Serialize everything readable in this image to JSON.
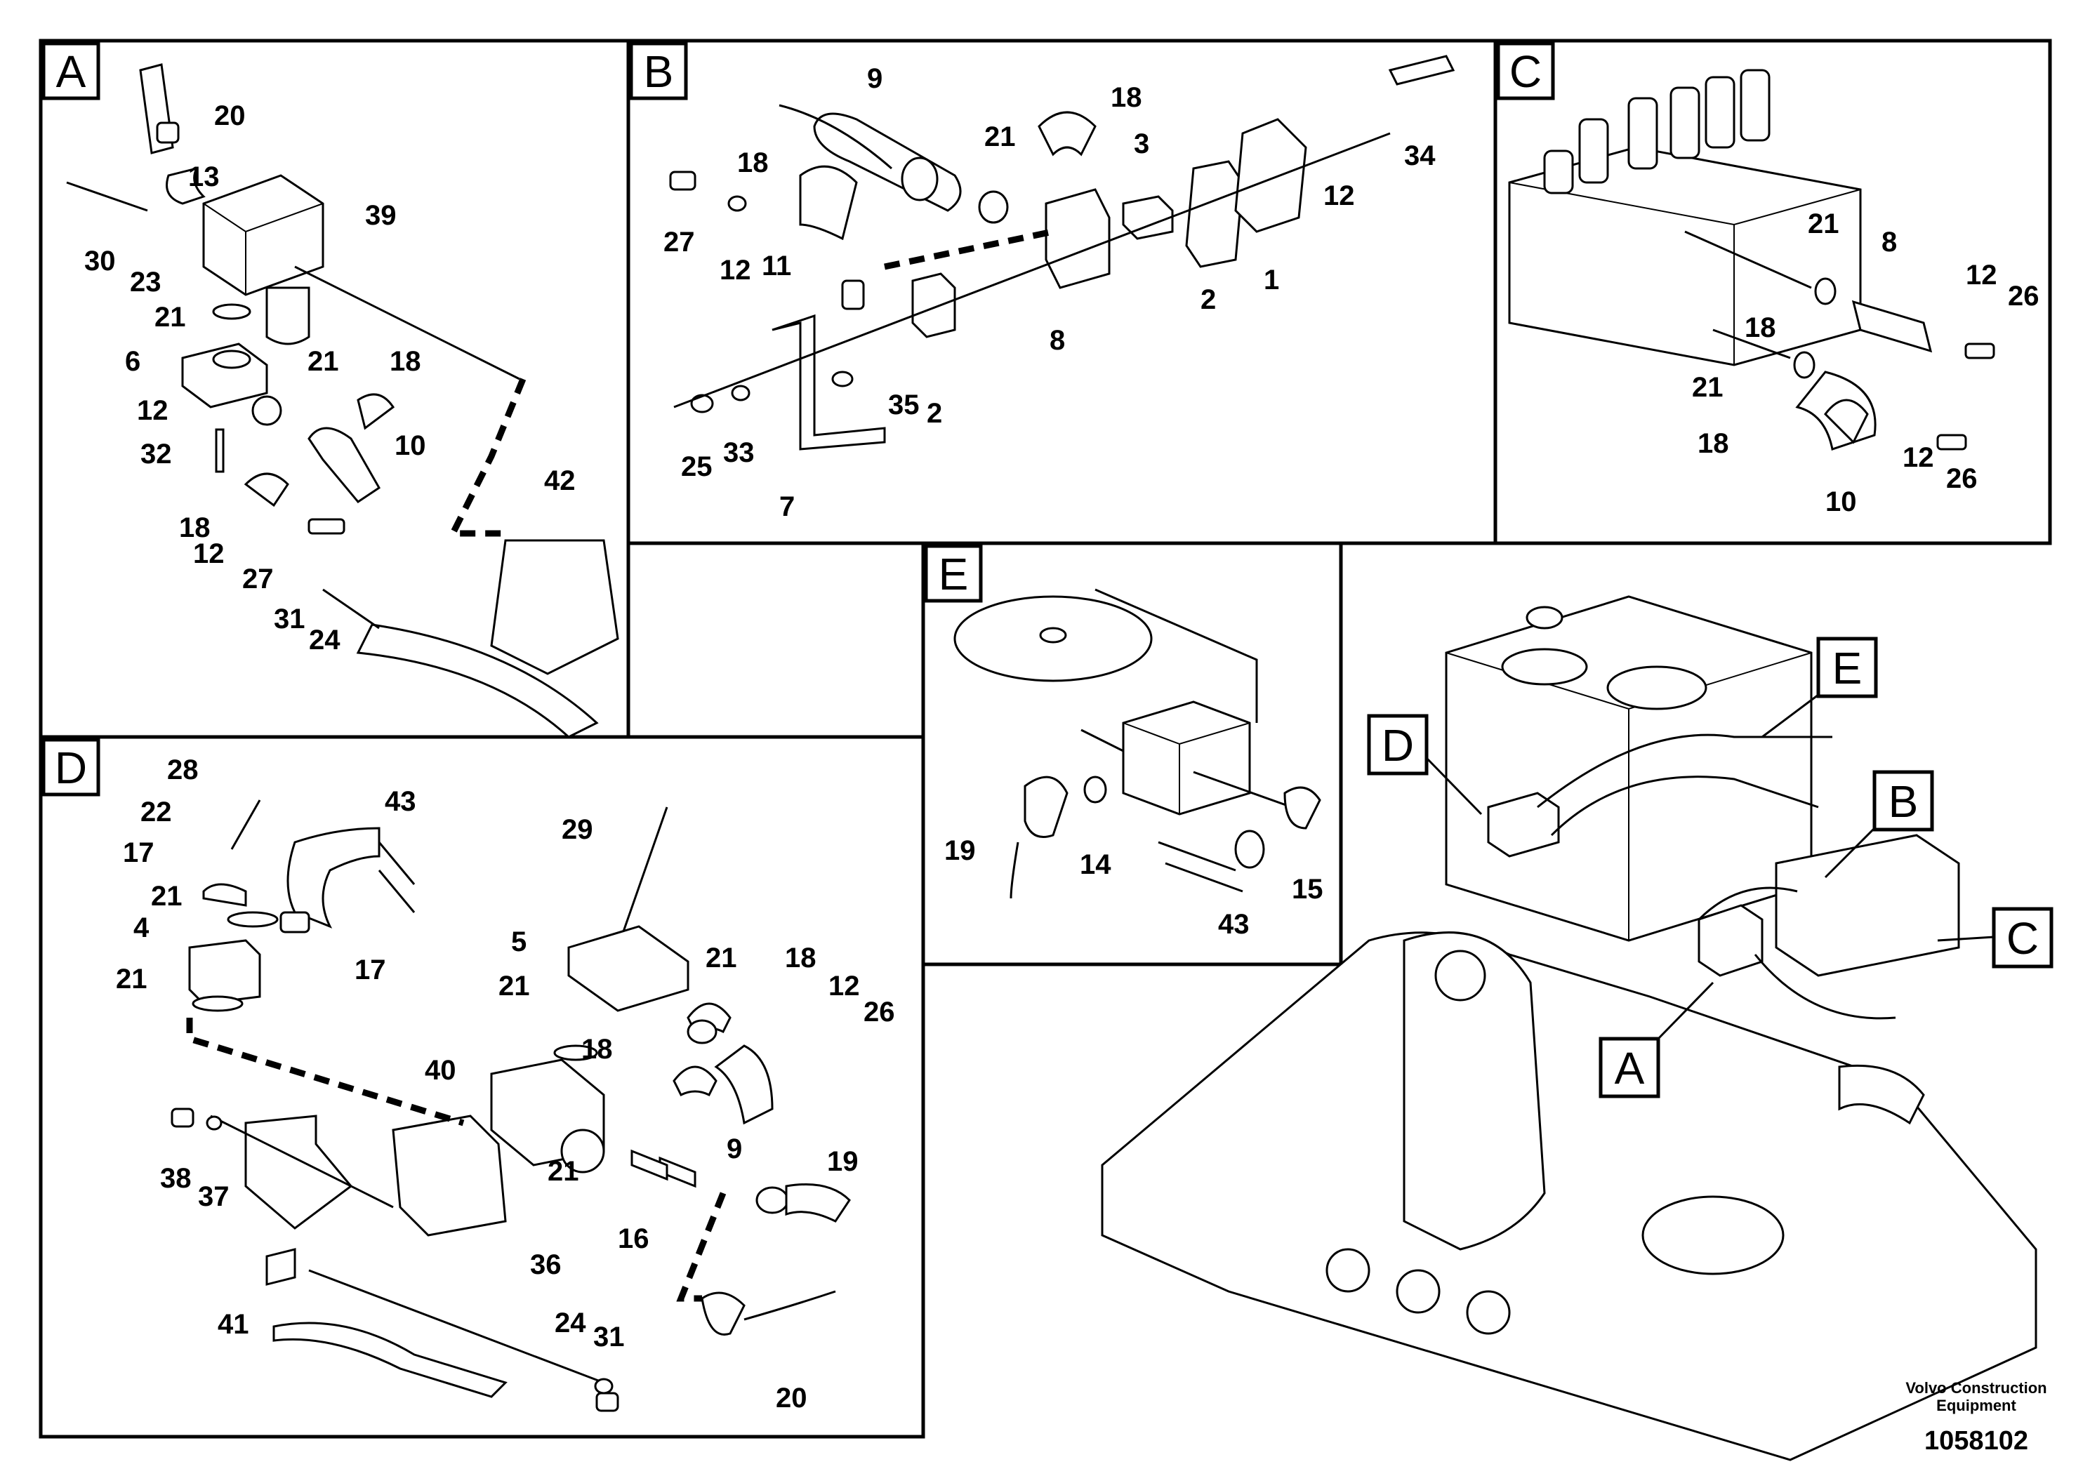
{
  "sections": [
    {
      "id": "A",
      "label": "A"
    },
    {
      "id": "B",
      "label": "B"
    },
    {
      "id": "C",
      "label": "C"
    },
    {
      "id": "D",
      "label": "D"
    },
    {
      "id": "E",
      "label": "E"
    }
  ],
  "overview_tags": [
    "D",
    "E",
    "B",
    "C",
    "A"
  ],
  "callouts": {
    "A": [
      "20",
      "13",
      "39",
      "30",
      "23",
      "21",
      "6",
      "21",
      "18",
      "12",
      "10",
      "32",
      "18",
      "12",
      "27",
      "31",
      "24",
      "42"
    ],
    "B": [
      "9",
      "18",
      "21",
      "3",
      "34",
      "12",
      "18",
      "27",
      "12",
      "11",
      "2",
      "1",
      "8",
      "25",
      "33",
      "35",
      "2",
      "7"
    ],
    "C": [
      "21",
      "8",
      "12",
      "26",
      "18",
      "21",
      "18",
      "12",
      "10",
      "26"
    ],
    "D": [
      "28",
      "22",
      "43",
      "17",
      "21",
      "17",
      "4",
      "21",
      "29",
      "5",
      "21",
      "18",
      "12",
      "26",
      "21",
      "18",
      "40",
      "9",
      "38",
      "37",
      "21",
      "19",
      "16",
      "36",
      "41",
      "24",
      "31",
      "20"
    ],
    "E": [
      "19",
      "14",
      "43",
      "15"
    ]
  },
  "footer": {
    "company_line1": "Volvo Construction",
    "company_line2": "Equipment",
    "document_number": "1058102"
  }
}
